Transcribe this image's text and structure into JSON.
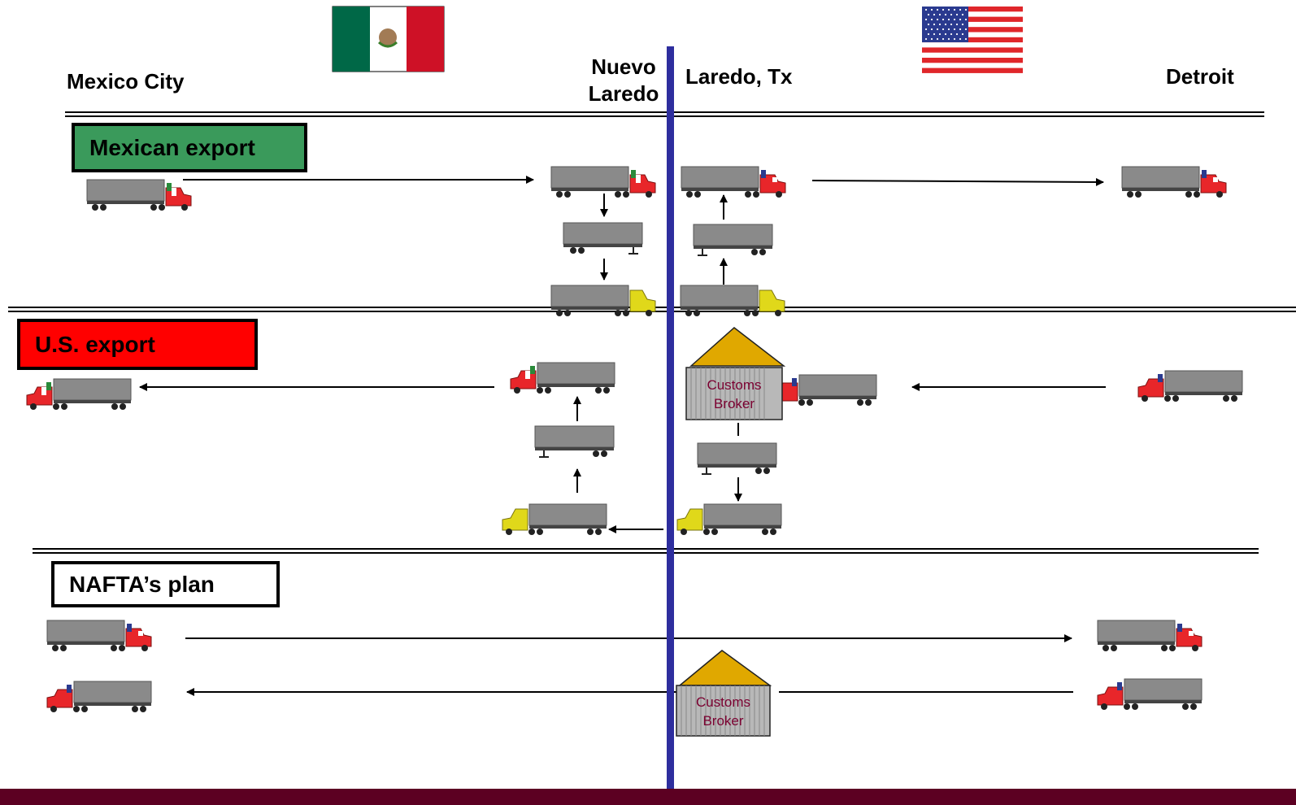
{
  "cities": {
    "mexico_city": "Mexico City",
    "nuevo_laredo_line1": "Nuevo",
    "nuevo_laredo_line2": "Laredo",
    "laredo_tx": "Laredo, Tx",
    "detroit": "Detroit"
  },
  "sections": {
    "mexican_export": {
      "label": "Mexican export",
      "color": "#3a9a5b"
    },
    "us_export": {
      "label": "U.S. export",
      "color": "#ff0000"
    },
    "nafta_plan": {
      "label": "NAFTA’s plan",
      "color": "#ffffff"
    }
  },
  "customs_broker": {
    "line1": "Customs",
    "line2": "Broker"
  },
  "colors": {
    "border_line": "#2e2e9e",
    "truck_red": "#e8262a",
    "truck_yellow": "#e0d81a",
    "trailer_gray": "#8a8a8a",
    "roof": "#e0a800",
    "footer": "#5c0022"
  },
  "flags": [
    "mexico-flag",
    "usa-flag"
  ]
}
